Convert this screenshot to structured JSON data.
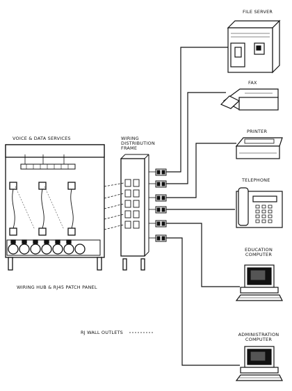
{
  "labels": {
    "file_server": "FILE SERVER",
    "fax": "FAX",
    "printer": "PRINTER",
    "telephone": "TELEPHONE",
    "education_computer": [
      "EDUCATION",
      "COMPUTER"
    ],
    "administration_computer": [
      "ADMINISTRATION",
      "COMPUTER"
    ],
    "voice_data": "VOICE & DATA SERVICES",
    "wiring_frame": [
      "WIRING",
      "DISTRIBUTION",
      "FRAME"
    ],
    "wiring_hub": "WIRING HUB & RJ45 PATCH PANEL",
    "rj_outlets": "RJ WALL OUTLETS"
  }
}
